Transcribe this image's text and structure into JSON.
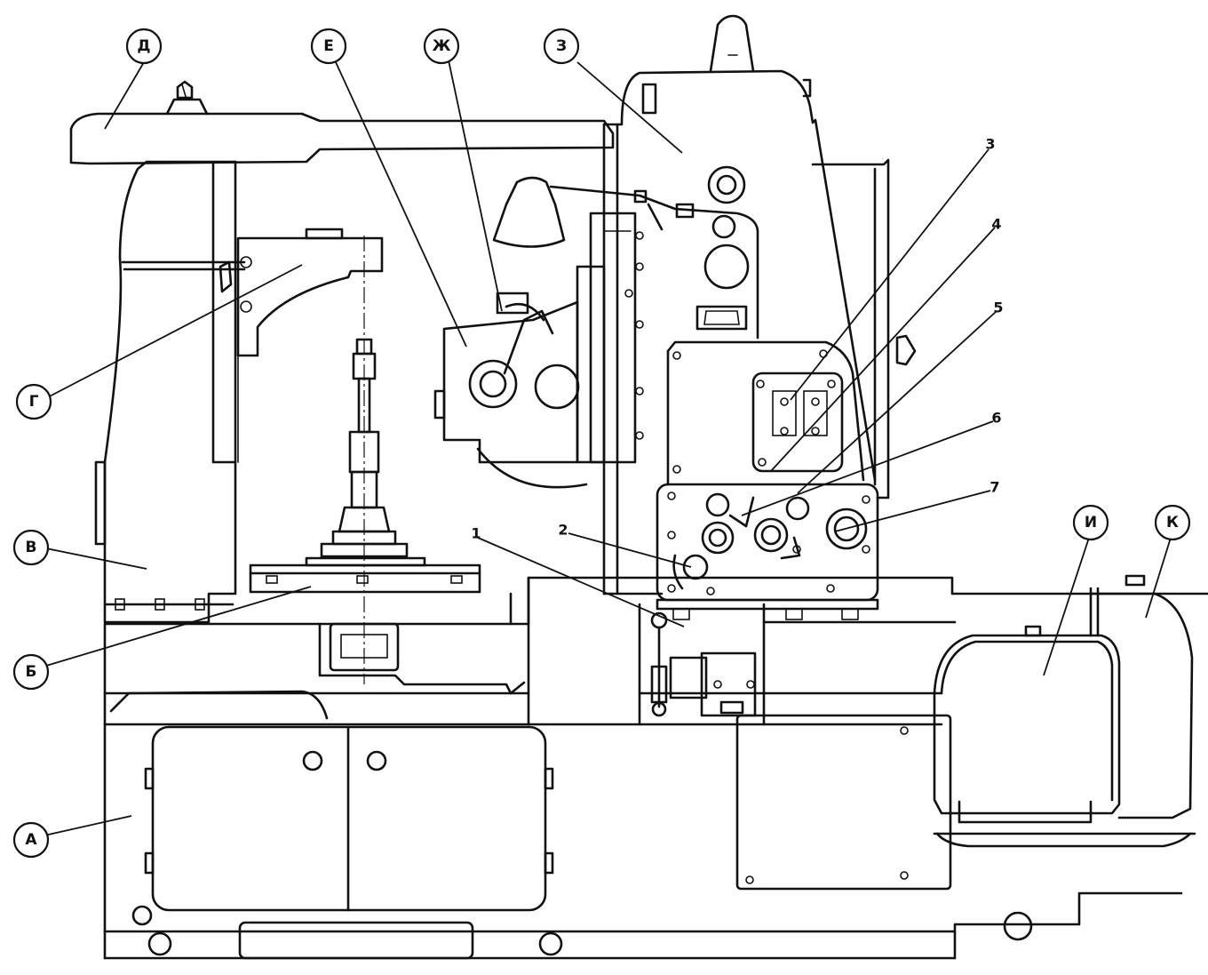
{
  "letter_labels": [
    {
      "id": "A",
      "text": "А"
    },
    {
      "id": "B",
      "text": "Б"
    },
    {
      "id": "V",
      "text": "В"
    },
    {
      "id": "G",
      "text": "Г"
    },
    {
      "id": "D",
      "text": "Д"
    },
    {
      "id": "E",
      "text": "Е"
    },
    {
      "id": "ZH",
      "text": "Ж"
    },
    {
      "id": "Z",
      "text": "З"
    },
    {
      "id": "I",
      "text": "И"
    },
    {
      "id": "K",
      "text": "К"
    }
  ],
  "number_labels": [
    {
      "id": "n1",
      "text": "1"
    },
    {
      "id": "n2",
      "text": "2"
    },
    {
      "id": "n3",
      "text": "3"
    },
    {
      "id": "n4",
      "text": "4"
    },
    {
      "id": "n5",
      "text": "5"
    },
    {
      "id": "n6",
      "text": "6"
    },
    {
      "id": "n7",
      "text": "7"
    }
  ]
}
